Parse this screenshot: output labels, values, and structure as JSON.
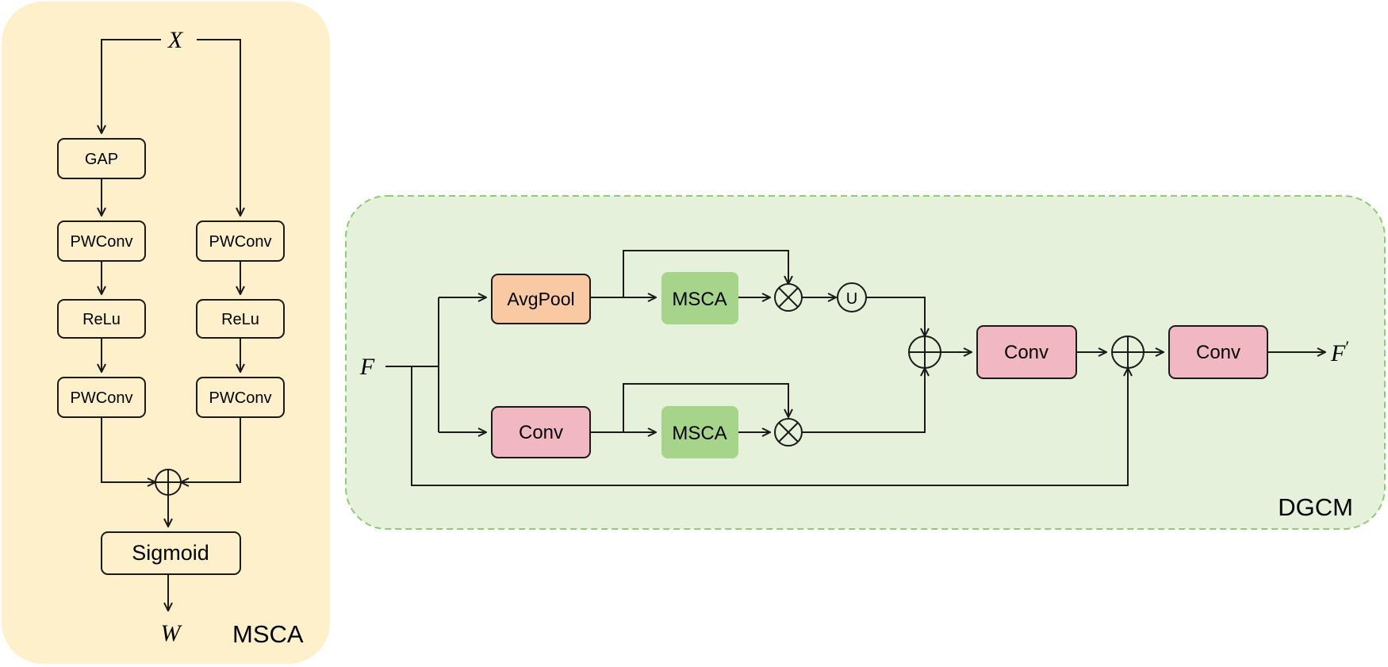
{
  "msca": {
    "title": "MSCA",
    "input": "X",
    "output": "W",
    "left_branch": {
      "gap": "GAP",
      "pwconv1": "PWConv",
      "relu": "ReLu",
      "pwconv2": "PWConv"
    },
    "right_branch": {
      "pwconv1": "PWConv",
      "relu": "ReLu",
      "pwconv2": "PWConv"
    },
    "sigmoid": "Sigmoid",
    "sum_op": "⊕",
    "colors": {
      "panel": "#fdf0cb"
    }
  },
  "dgcm": {
    "title": "DGCM",
    "input": "F",
    "output": "F",
    "output_prime": "′",
    "top_branch": {
      "pool": "AvgPool",
      "msca": "MSCA"
    },
    "bottom_branch": {
      "conv": "Conv",
      "msca": "MSCA"
    },
    "union_op": "U",
    "conv_mid": "Conv",
    "conv_out": "Conv",
    "colors": {
      "panel": "#e6f1dc",
      "panel_border": "#8fcb72",
      "avgpool": "#f8c9a3",
      "msca": "#a7d48b",
      "conv": "#f2b8c2"
    }
  }
}
